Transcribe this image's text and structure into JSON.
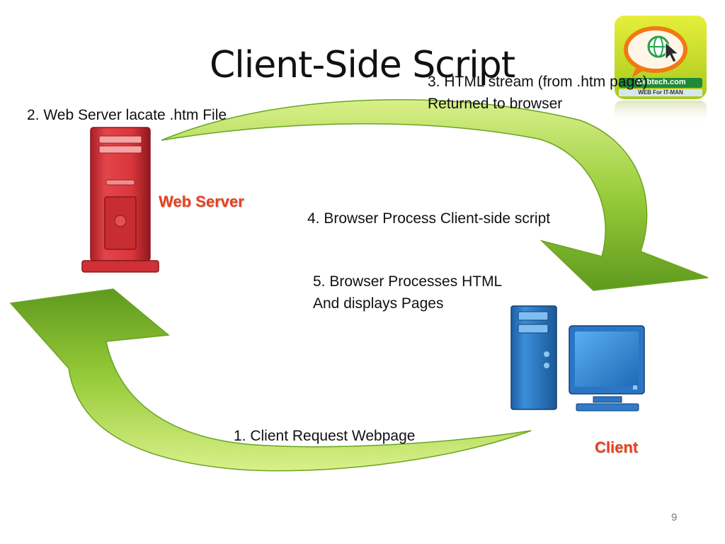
{
  "slide": {
    "title": "Client-Side Script",
    "page_number": "9"
  },
  "steps": {
    "step1": "1. Client Request Webpage",
    "step2": "2. Web Server lacate .htm File",
    "step3_line1": "3. HTML stream (from .htm page)",
    "step3_line2": "Returned to browser",
    "step4": "4. Browser Process Client-side script",
    "step5_line1": "5. Browser Processes HTML",
    "step5_line2": "And displays Pages"
  },
  "labels": {
    "web_server": "Web Server",
    "client": "Client"
  },
  "logo": {
    "line1": "Webtech.com",
    "line2": "WEB For IT-MAN"
  },
  "colors": {
    "arrow_green": "#8dc63f",
    "label_red": "#e8401c",
    "server_red": "#d9363b",
    "client_blue": "#2e7dc8"
  }
}
